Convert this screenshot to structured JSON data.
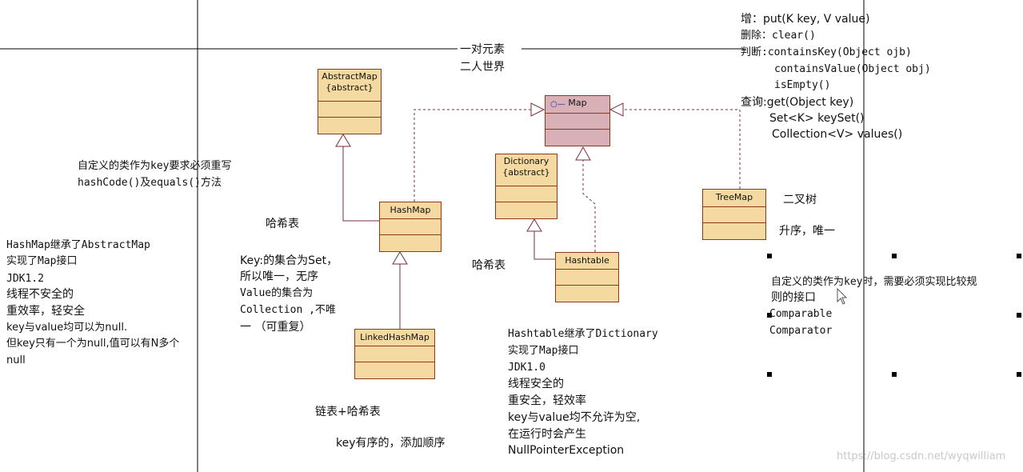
{
  "center_title": {
    "line1": "一对元素",
    "line2": "二人世界"
  },
  "classes": {
    "abstract_map": {
      "name": "AbstractMap",
      "stereo": "{abstract}"
    },
    "map": {
      "name": "Map"
    },
    "dictionary": {
      "name": "Dictionary",
      "stereo": "{abstract}"
    },
    "hash_map": {
      "name": "HashMap"
    },
    "hashtable": {
      "name": "Hashtable"
    },
    "tree_map": {
      "name": "TreeMap"
    },
    "linked_hash_map": {
      "name": "LinkedHashMap"
    }
  },
  "methods": {
    "add": "增：put(K key, V value)",
    "remove": "删除：clear()",
    "judge1": "判断:containsKey(Object ojb)",
    "judge2": "containsValue(Object obj)",
    "judge3": "isEmpty()",
    "query1": "查询:get(Object key)",
    "query2": "Set<K>  keySet()",
    "query3": "Collection<V> values()"
  },
  "custom_key_note": {
    "line1": "自定义的类作为key要求必须重写",
    "line2": "hashCode()及equals()方法"
  },
  "hash_table_label_left": "哈希表",
  "hash_table_label_mid": "哈希表",
  "key_set_note": {
    "l1": "Key:的集合为Set，",
    "l2": "所以唯一，无序",
    "l3": "Value的集合为",
    "l4": "Collection  ,不唯",
    "l5": "一 （可重复）"
  },
  "hashmap_desc": {
    "l1": "HashMap继承了AbstractMap",
    "l2": "实现了Map接口",
    "l3": "JDK1.2",
    "l4": "线程不安全的",
    "l5": "重效率，轻安全",
    "l6": "key与value均可以为null.",
    "l7": "但key只有一个为null,值可以有N多个",
    "l8": "null"
  },
  "linked_label": "链表+哈希表",
  "linked_order": "key有序的，添加顺序",
  "hashtable_desc": {
    "l1": "Hashtable继承了Dictionary",
    "l2": "实现了Map接口",
    "l3": "JDK1.0",
    "l4": "线程安全的",
    "l5": "重安全，轻效率",
    "l6": "key与value均不允许为空,",
    "l7": "在运行时会产生",
    "l8": "NullPointerException"
  },
  "binary_tree": "二叉树",
  "ascending": "升序，唯一",
  "treemap_note": {
    "l1": "自定义的类作为key时，需要必须实现比较规",
    "l2": "则的接口",
    "l3": "Comparable",
    "l4": "Comparator"
  },
  "watermark": "https://blog.csdn.net/wyqwilliam"
}
